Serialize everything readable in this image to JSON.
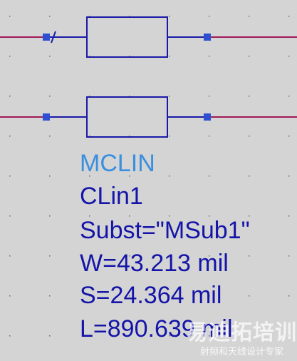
{
  "component": {
    "model": "MCLIN",
    "instance": "CLin1",
    "subst": "Subst=\"MSub1\"",
    "width": "W=43.213 mil",
    "spacing": "S=24.364 mil",
    "length": "L=890.639 mil"
  },
  "watermark": {
    "main": "易迪拓培训",
    "sub": "射频和天线设计专家"
  },
  "colors": {
    "background": "#d4d4d4",
    "grid_dot": "#6a6a6a",
    "wire": "#a01858",
    "lead": "#1a1aa8",
    "pin": "#2d50d2",
    "model_text": "#3a8fe0",
    "param_text": "#1414a8"
  }
}
